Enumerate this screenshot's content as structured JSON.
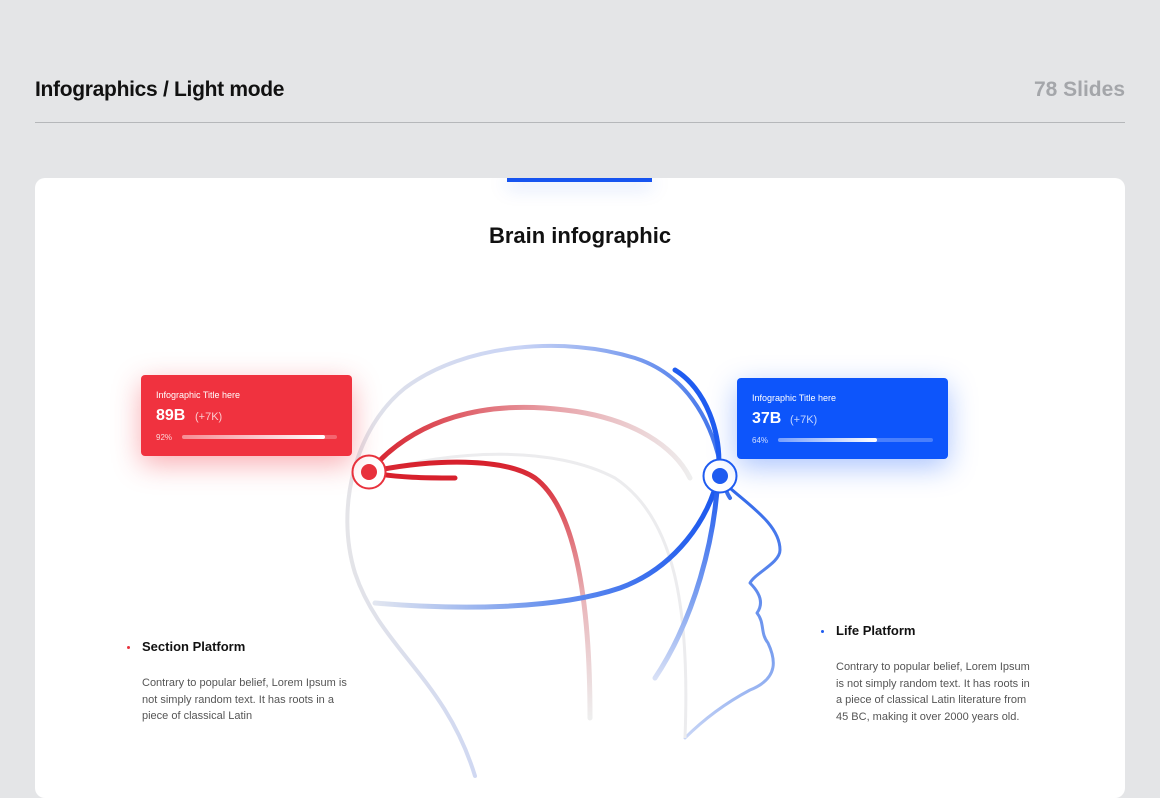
{
  "header": {
    "title": "Infographics / Light mode",
    "slide_count": "78 Slides"
  },
  "slide": {
    "title": "Brain infographic",
    "colors": {
      "red": "#f0323f",
      "blue": "#0d55fb"
    },
    "cards": [
      {
        "label": "Infographic Title here",
        "value": "89B",
        "delta": "(+7K)",
        "percent_text": "92%",
        "progress": 0.92
      },
      {
        "label": "Infographic Title here",
        "value": "37B",
        "delta": "(+7K)",
        "percent_text": "64%",
        "progress": 0.64
      }
    ],
    "sections": [
      {
        "title": "Section Platform",
        "text": "Contrary to popular belief, Lorem Ipsum is not simply random text. It has roots in a piece of classical Latin"
      },
      {
        "title": "Life Platform",
        "text": "Contrary to popular belief, Lorem Ipsum is not simply random text. It has roots in a piece of classical Latin literature from 45 BC, making it over 2000 years old."
      }
    ]
  }
}
